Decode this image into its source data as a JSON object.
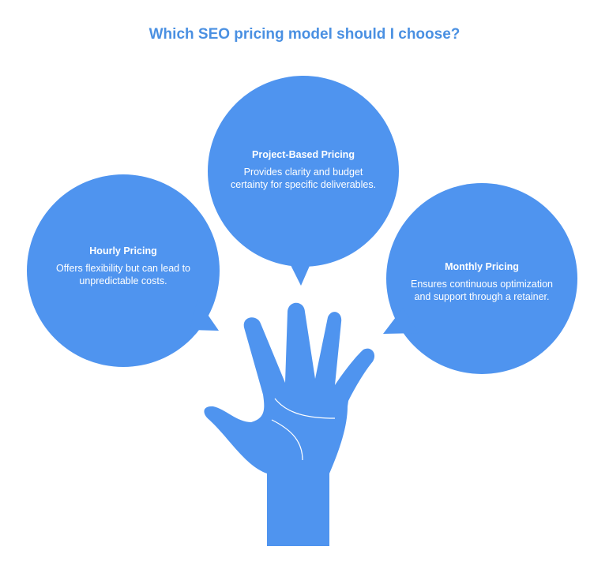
{
  "title": "Which SEO pricing model should I choose?",
  "colors": {
    "accent": "#4a90e2",
    "bubble": "#4f94ef",
    "text_on_bubble": "#ffffff"
  },
  "options": [
    {
      "heading": "Hourly Pricing",
      "description": "Offers flexibility but can lead to unpredictable costs."
    },
    {
      "heading": "Project-Based Pricing",
      "description": "Provides clarity and budget certainty for specific deliverables."
    },
    {
      "heading": "Monthly Pricing",
      "description": "Ensures continuous optimization and support through a retainer."
    }
  ],
  "illustration": "raised-hand-icon"
}
